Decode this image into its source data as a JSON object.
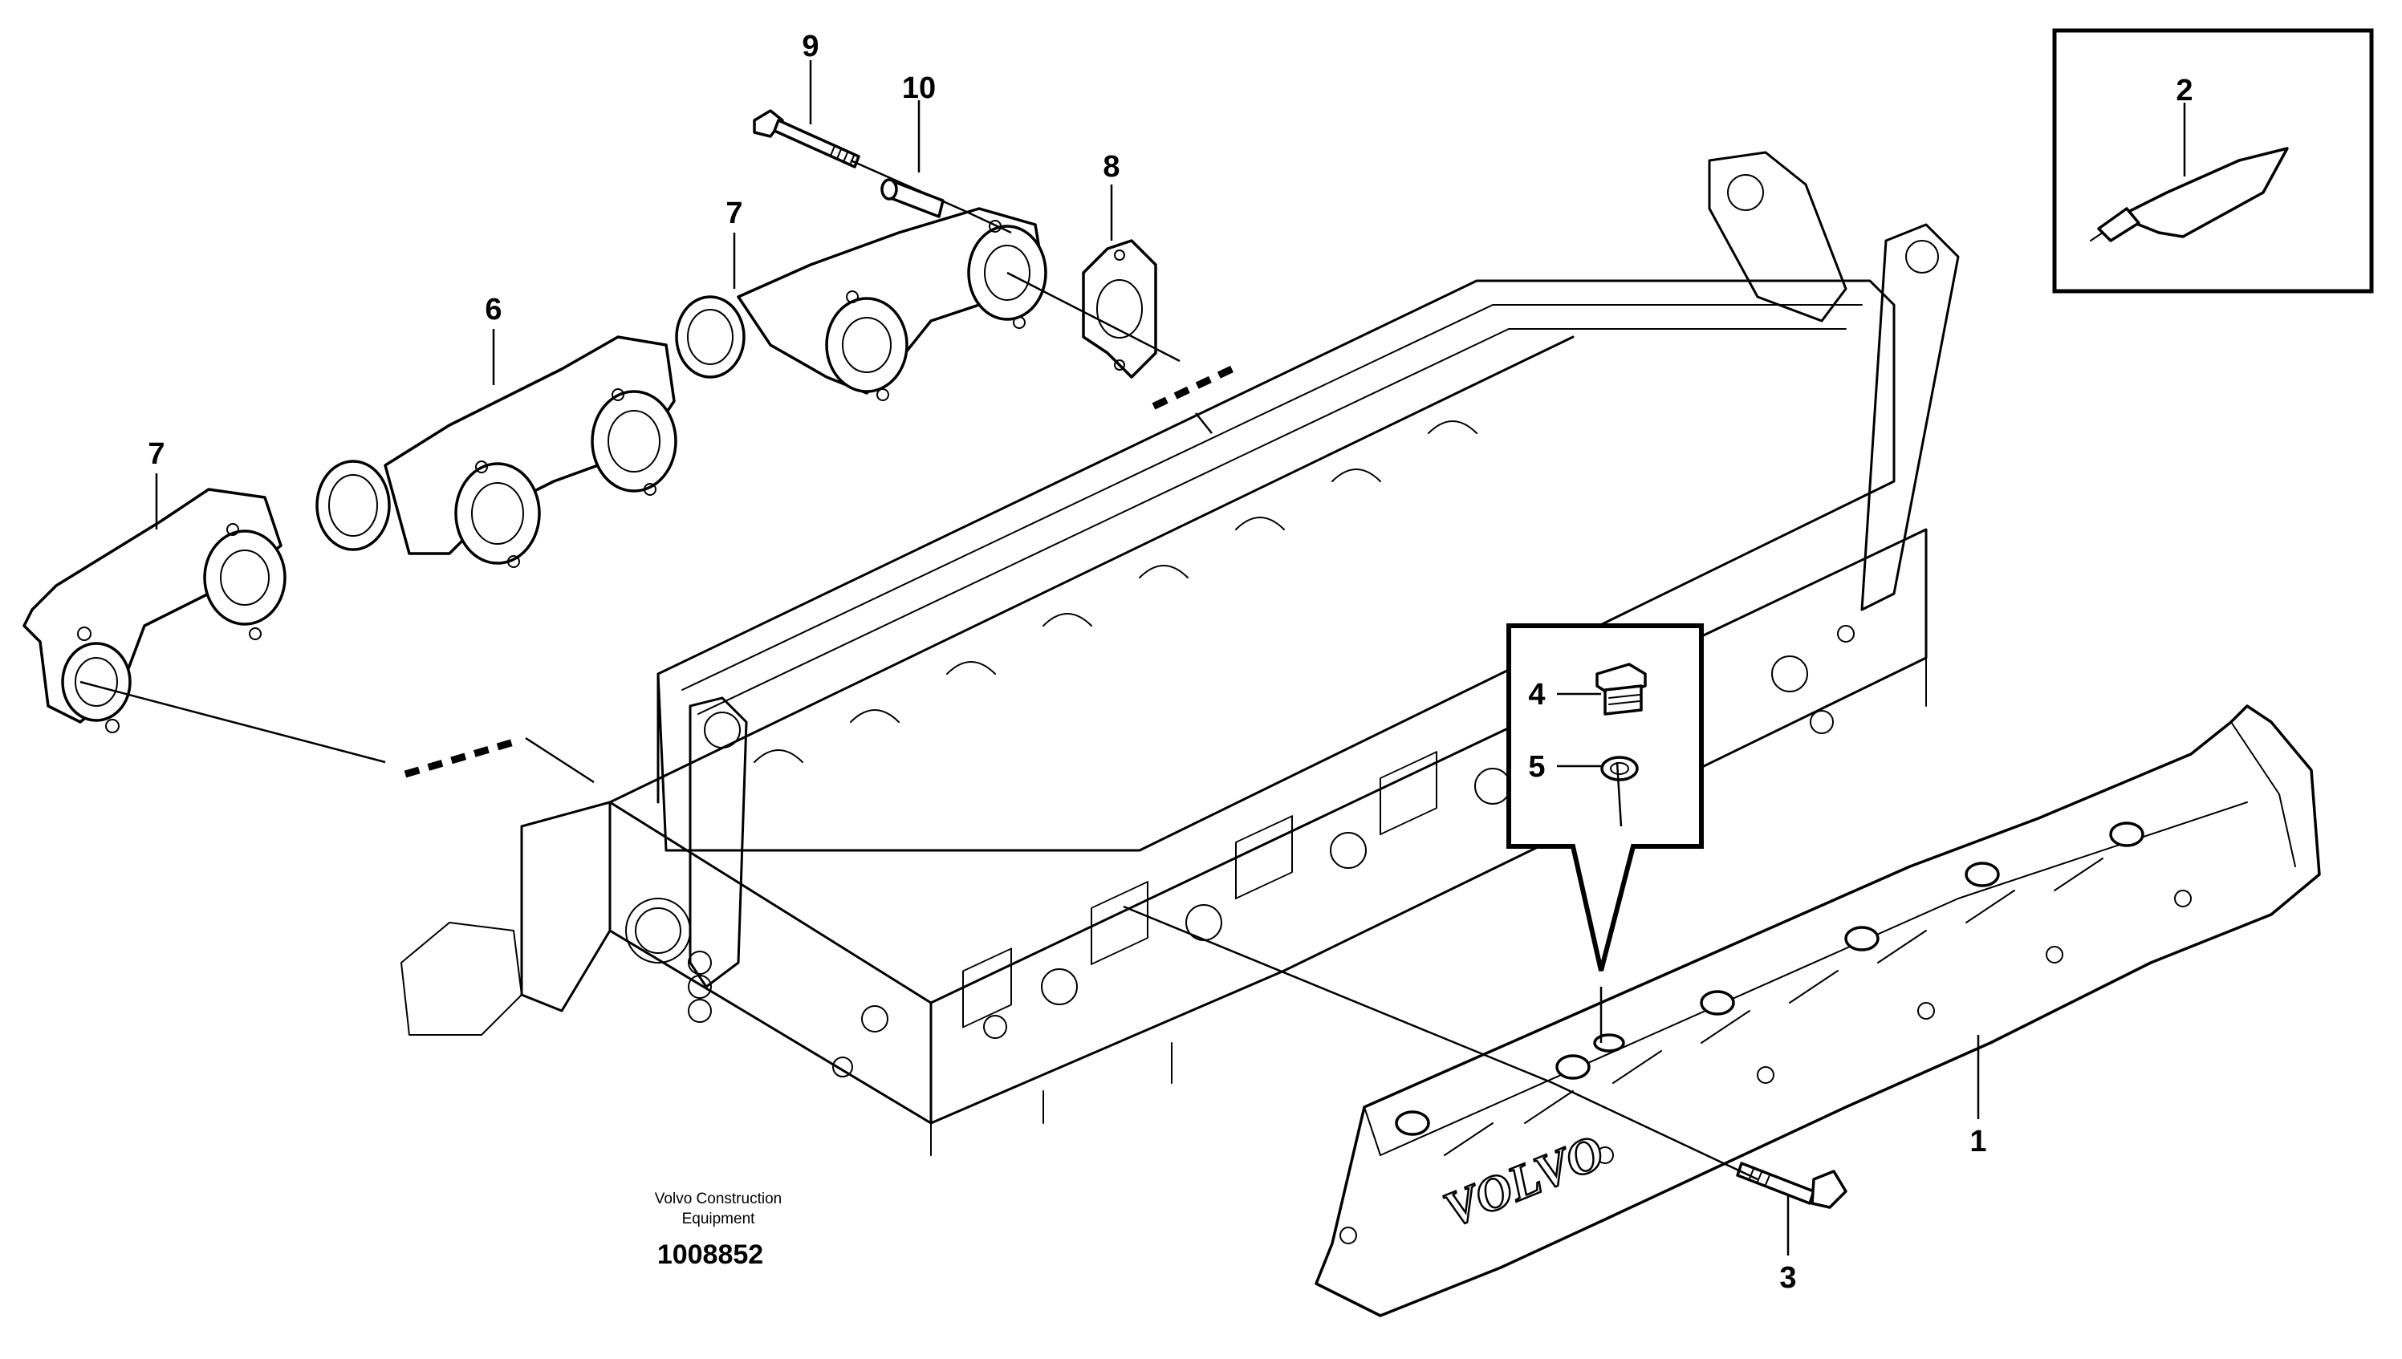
{
  "diagram": {
    "callouts": {
      "part_1": "1",
      "part_2": "2",
      "part_3": "3",
      "part_4": "4",
      "part_5": "5",
      "part_6": "6",
      "part_7_left": "7",
      "part_7_right": "7",
      "part_8": "8",
      "part_9": "9",
      "part_10": "10"
    },
    "manifold_logo": "VOLVO",
    "footer": {
      "company_line1": "Volvo Construction",
      "company_line2": "Equipment",
      "drawing_number": "1008852"
    }
  }
}
